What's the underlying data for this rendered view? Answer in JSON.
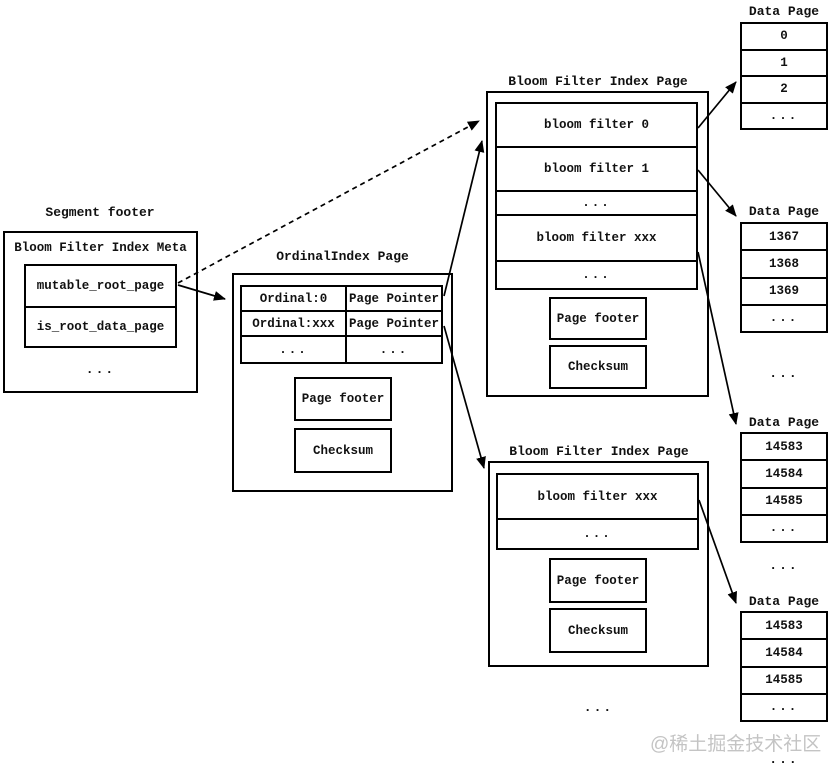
{
  "segment_footer": {
    "title": "Segment footer",
    "meta_label": "Bloom Filter Index Meta",
    "fields": [
      "mutable_root_page",
      "is_root_data_page"
    ],
    "ellipsis": "..."
  },
  "ordinal_index": {
    "title": "OrdinalIndex Page",
    "rows": [
      {
        "ordinal": "Ordinal:0",
        "pointer": "Page Pointer"
      },
      {
        "ordinal": "Ordinal:xxx",
        "pointer": "Page Pointer"
      },
      {
        "ordinal": "...",
        "pointer": "..."
      }
    ],
    "page_footer_label": "Page footer",
    "checksum_label": "Checksum"
  },
  "bloom_filter_index_page_top": {
    "title": "Bloom Filter Index Page",
    "rows": [
      "bloom filter 0",
      "bloom filter 1",
      "...",
      "bloom filter xxx",
      "..."
    ],
    "page_footer_label": "Page footer",
    "checksum_label": "Checksum"
  },
  "bloom_filter_index_page_bottom": {
    "title": "Bloom Filter Index Page",
    "rows": [
      "bloom filter xxx",
      "..."
    ],
    "page_footer_label": "Page footer",
    "checksum_label": "Checksum",
    "ellipsis_below": "..."
  },
  "data_pages": [
    {
      "title": "Data Page",
      "rows": [
        "0",
        "1",
        "2",
        "..."
      ]
    },
    {
      "title": "Data Page",
      "rows": [
        "1367",
        "1368",
        "1369",
        "..."
      ],
      "ellipsis_below": "..."
    },
    {
      "title": "Data Page",
      "rows": [
        "14583",
        "14584",
        "14585",
        "..."
      ],
      "ellipsis_below": "..."
    },
    {
      "title": "Data Page",
      "rows": [
        "14583",
        "14584",
        "14585",
        "..."
      ],
      "ellipsis_below": "..."
    }
  ],
  "watermark": "@稀土掘金技术社区"
}
